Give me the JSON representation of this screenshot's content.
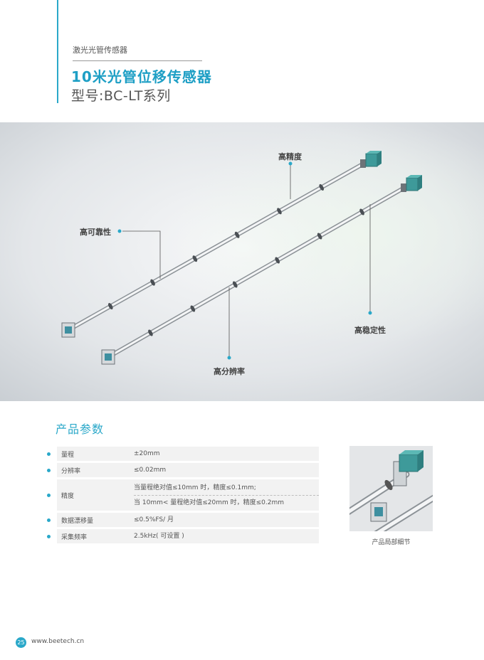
{
  "header": {
    "category": "激光光管传感器",
    "title": "10米光管位移传感器",
    "model": "型号:BC-LT系列"
  },
  "hero": {
    "callouts": {
      "high_precision": "高精度",
      "high_reliability": "高可靠性",
      "high_stability": "高稳定性",
      "high_resolution": "高分辨率"
    }
  },
  "params": {
    "section_title": "产品参数",
    "rows": [
      {
        "label": "量程",
        "values": [
          "±20mm"
        ]
      },
      {
        "label": "分辨率",
        "values": [
          "≤0.02mm"
        ]
      },
      {
        "label": "精度",
        "values": [
          "当量程绝对值≤10mm 时，精度≤0.1mm;",
          "当 10mm< 量程绝对值≤20mm 时，精度≤0.2mm"
        ]
      },
      {
        "label": "数据漂移量",
        "values": [
          "≤0.5%FS/ 月"
        ]
      },
      {
        "label": "采集频率",
        "values": [
          "2.5kHz( 可设置 )"
        ]
      }
    ]
  },
  "detail": {
    "caption": "产品局部细节"
  },
  "footer": {
    "page_number": "25",
    "website": "www.beetech.cn"
  },
  "colors": {
    "accent": "#2aa8c9",
    "title": "#1e9fc5"
  }
}
